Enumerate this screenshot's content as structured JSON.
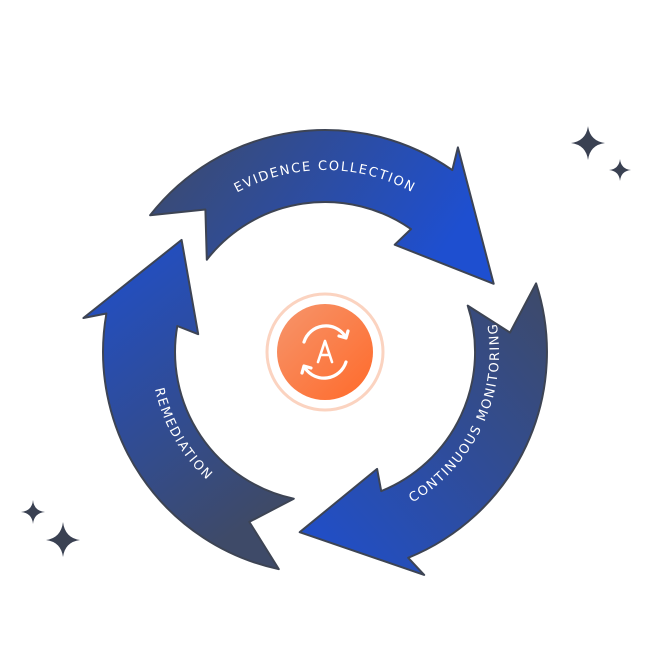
{
  "diagram": {
    "stages": [
      {
        "label": "EVIDENCE COLLECTION"
      },
      {
        "label": "CONTINUOUS MONITORING"
      },
      {
        "label": "REMEDIATION"
      }
    ],
    "center_icon": "auto-sync-a-icon",
    "center_letter": "A",
    "colors": {
      "arrow_dark": "#3e4a68",
      "arrow_blue": "#1e4fd0",
      "center_orange_light": "#f6956c",
      "center_orange": "#ff6a2a",
      "sparkle": "#3a4152"
    }
  }
}
